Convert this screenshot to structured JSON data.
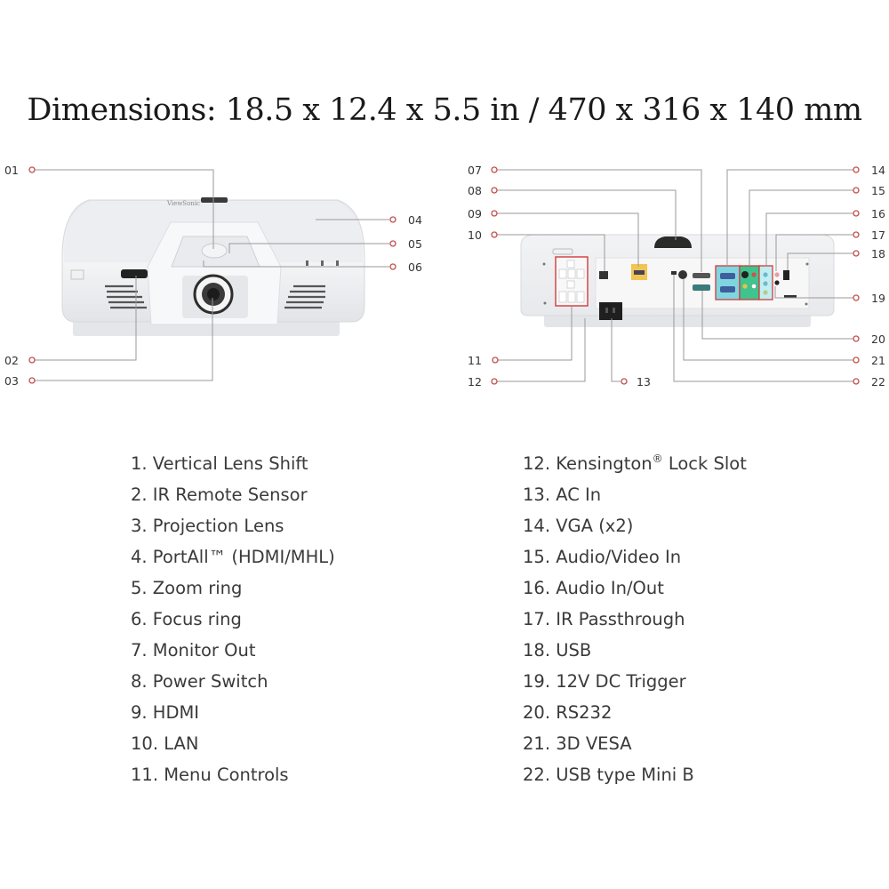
{
  "title": "Dimensions: 18.5 x 12.4 x 5.5 in / 470 x 316 x 140 mm",
  "colors": {
    "callout_circle": "#c0504d",
    "leader_line": "#9a9a9a",
    "text": "#3a3a3a",
    "projector_body": "#eef0f3",
    "highlight_box": "#d23a3a",
    "vga_panel": "#7fd6e0",
    "av_panel": "#3fc48e"
  },
  "front_view": {
    "callouts": [
      {
        "num": "01",
        "label": "Vertical Lens Shift"
      },
      {
        "num": "02",
        "label": "IR Remote Sensor"
      },
      {
        "num": "03",
        "label": "Projection Lens"
      },
      {
        "num": "04",
        "label": "PortAll (HDMI/MHL)"
      },
      {
        "num": "05",
        "label": "Zoom ring"
      },
      {
        "num": "06",
        "label": "Focus ring"
      }
    ]
  },
  "rear_view": {
    "callouts": [
      {
        "num": "07"
      },
      {
        "num": "08"
      },
      {
        "num": "09"
      },
      {
        "num": "10"
      },
      {
        "num": "11"
      },
      {
        "num": "12"
      },
      {
        "num": "13"
      },
      {
        "num": "14"
      },
      {
        "num": "15"
      },
      {
        "num": "16"
      },
      {
        "num": "17"
      },
      {
        "num": "18"
      },
      {
        "num": "19"
      },
      {
        "num": "20"
      },
      {
        "num": "21"
      },
      {
        "num": "22"
      }
    ]
  },
  "legend": {
    "left": [
      {
        "text": "1. Vertical Lens Shift"
      },
      {
        "text": "2. IR Remote Sensor"
      },
      {
        "text": "3. Projection Lens"
      },
      {
        "text": "4. PortAll™ (HDMI/MHL)"
      },
      {
        "text": "5. Zoom ring"
      },
      {
        "text": "6. Focus ring"
      },
      {
        "text": "7. Monitor Out"
      },
      {
        "text": "8. Power Switch"
      },
      {
        "text": "9. HDMI"
      },
      {
        "text": "10. LAN"
      },
      {
        "text": "11. Menu Controls"
      }
    ],
    "right": [
      {
        "prefix": "12. Kensington",
        "sup": "®",
        "suffix": " Lock Slot"
      },
      {
        "text": "13. AC In"
      },
      {
        "text": "14. VGA (x2)"
      },
      {
        "text": "15. Audio/Video In"
      },
      {
        "text": "16. Audio In/Out"
      },
      {
        "text": "17. IR Passthrough"
      },
      {
        "text": "18. USB"
      },
      {
        "text": "19. 12V DC Trigger"
      },
      {
        "text": "20. RS232"
      },
      {
        "text": "21. 3D VESA"
      },
      {
        "text": "22. USB type Mini B"
      }
    ]
  }
}
